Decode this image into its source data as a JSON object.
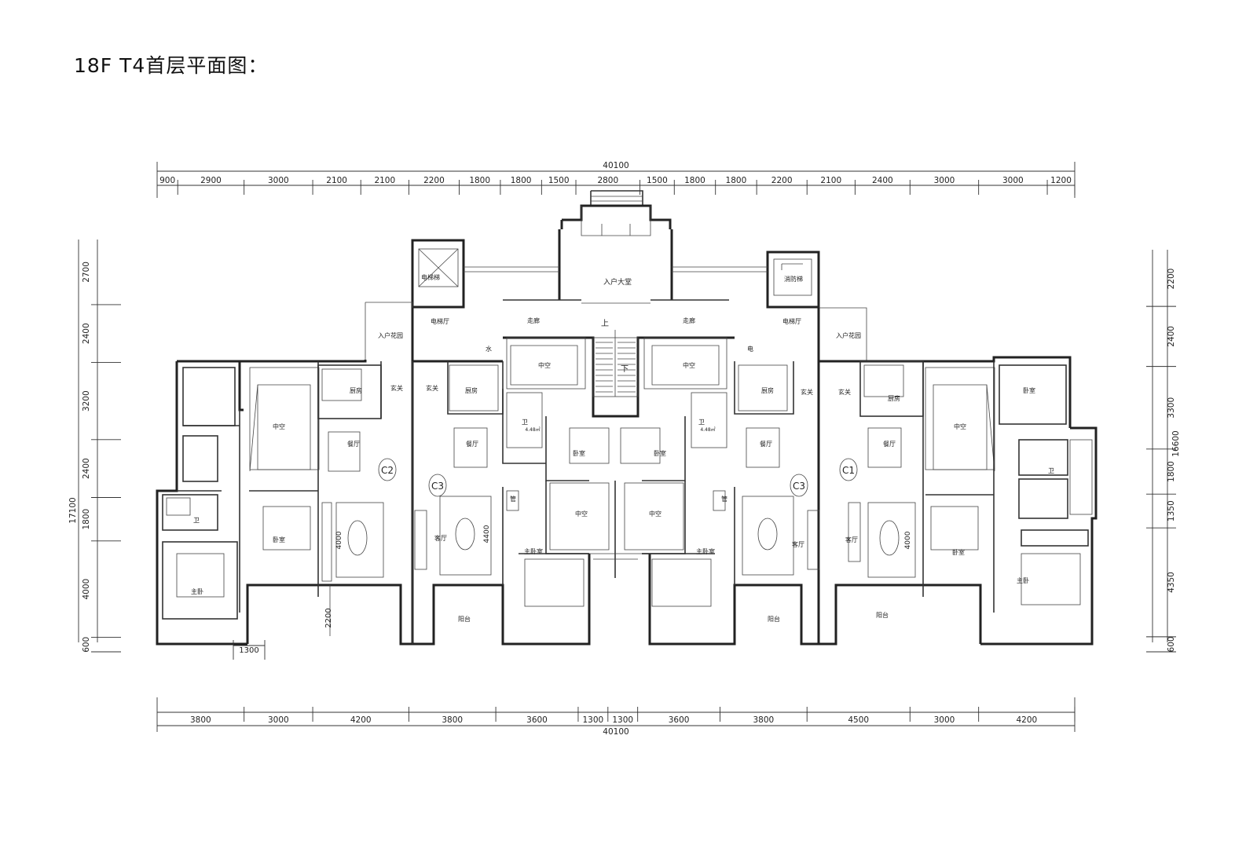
{
  "title": "18F T4首层平面图：",
  "dimensions": {
    "top_total": "40100",
    "top_segments": [
      "900",
      "2900",
      "3000",
      "2100",
      "2100",
      "2200",
      "1800",
      "1800",
      "1500",
      "2800",
      "1500",
      "1800",
      "1800",
      "2200",
      "2100",
      "2400",
      "3000",
      "3000",
      "1200"
    ],
    "bottom_total": "40100",
    "bottom_segments": [
      "3800",
      "3000",
      "4200",
      "3800",
      "3600",
      "1300",
      "1300",
      "3600",
      "3800",
      "4500",
      "3000",
      "4200"
    ],
    "left_total": "17100",
    "left_segments": [
      "2700",
      "2400",
      "3200",
      "2400",
      "1800",
      "4000",
      "600"
    ],
    "right_total": "16600",
    "right_segments": [
      "2200",
      "2400",
      "3300",
      "1800",
      "1350",
      "4350",
      "600"
    ],
    "small": [
      "1300",
      "2200"
    ],
    "room_dims": [
      "4000",
      "4400",
      "4000",
      "4.48㎡",
      "4.48㎡"
    ]
  },
  "rooms": {
    "lobby": "入户大堂",
    "stair_up": "上",
    "stair_down": "下",
    "elevator_left": "电梯厅",
    "elevator_right": "电梯厅",
    "corridor_left": "走廊",
    "corridor_right": "走廊",
    "garden_left": "入户花园",
    "garden_right": "入户花园",
    "passenger_lift": "电梯梯",
    "fire_lift": "消防梯",
    "water": "水",
    "electric": "电",
    "void_labels": [
      "中空",
      "中空",
      "中空",
      "中空",
      "中空",
      "中空"
    ],
    "kitchen_labels": [
      "厨房",
      "厨房",
      "厨房",
      "厨房"
    ],
    "foyer_labels": [
      "玄关",
      "玄关",
      "玄关",
      "玄关"
    ],
    "dining_labels": [
      "餐厅",
      "餐厅",
      "餐厅",
      "餐厅"
    ],
    "living_labels": [
      "客厅",
      "客厅",
      "客厅"
    ],
    "bath_labels": [
      "卫",
      "卫",
      "卫",
      "卫"
    ],
    "bedroom_labels": [
      "卧室",
      "卧室",
      "卧室",
      "卧室",
      "卧室"
    ],
    "master_labels": [
      "主卧",
      "主卧",
      "主卧室",
      "主卧室"
    ],
    "balcony_labels": [
      "阳台",
      "阳台",
      "阳台"
    ],
    "units": [
      "C2",
      "C3",
      "C3",
      "C1"
    ],
    "shaft": [
      "管",
      "管"
    ]
  }
}
